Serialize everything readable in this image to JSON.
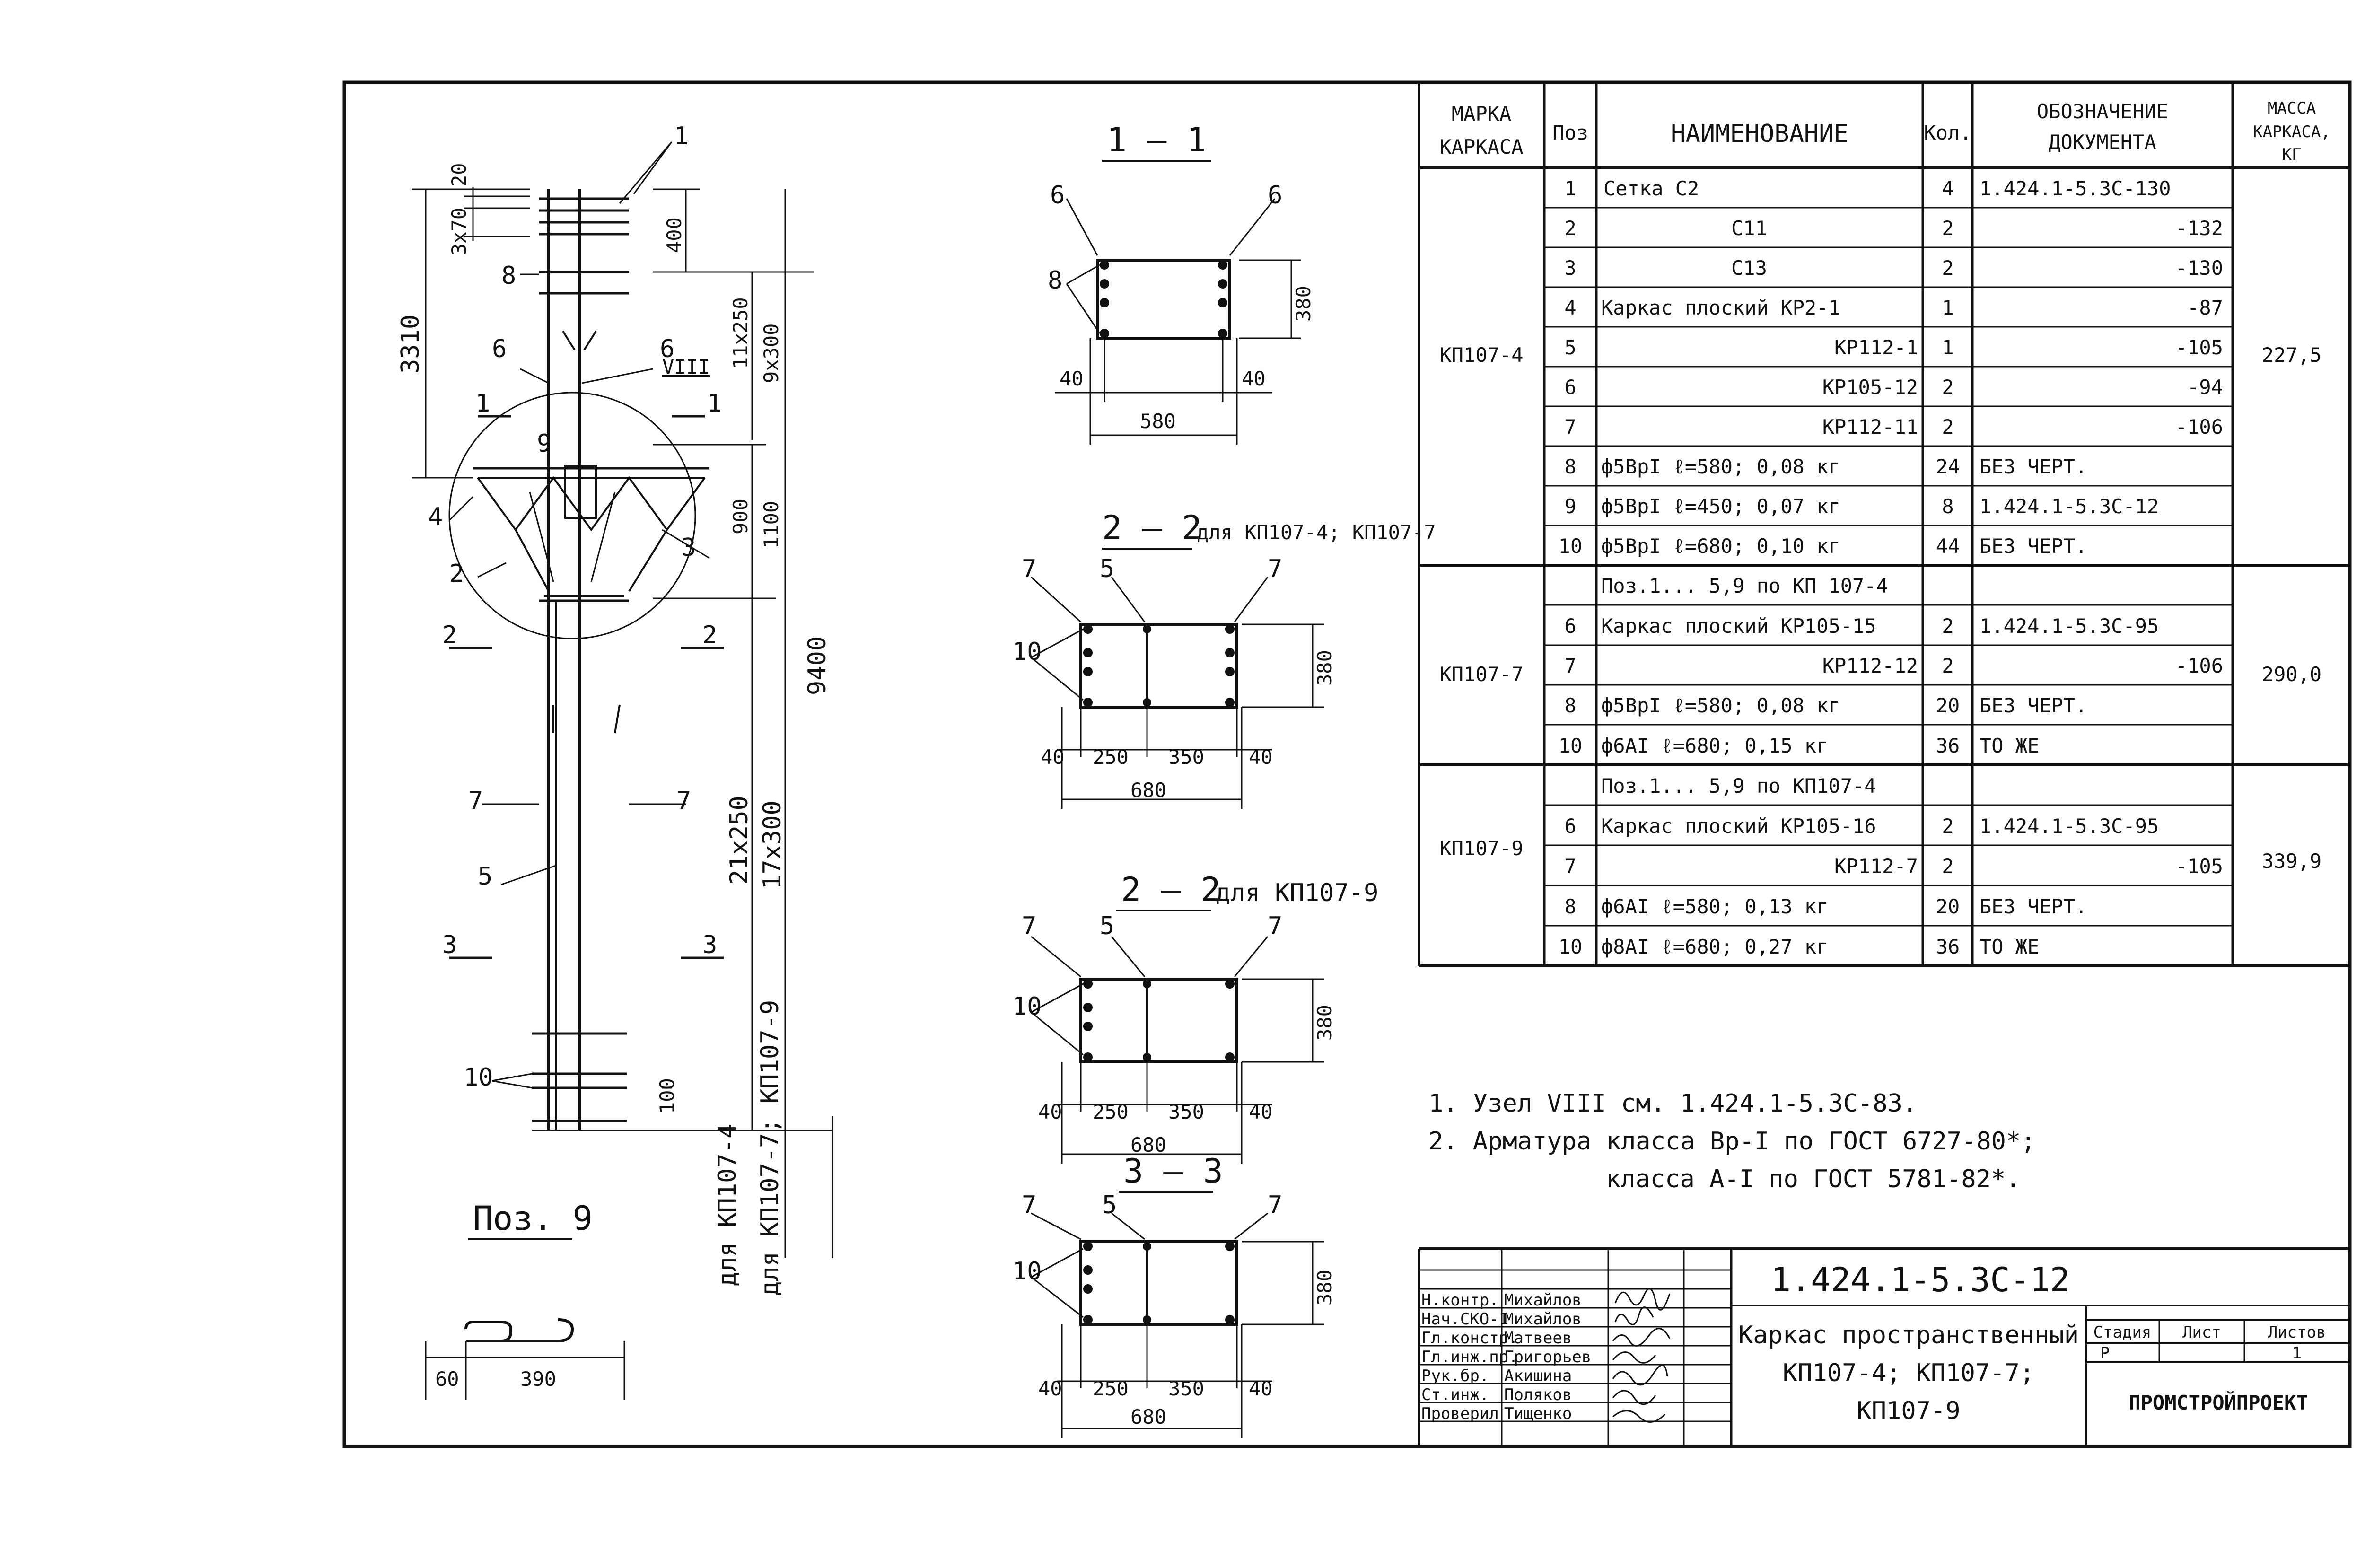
{
  "drawing": {
    "column_labels": {
      "dims_top": [
        "20",
        "3x70",
        "400",
        "3310",
        "11x250",
        "9x300"
      ],
      "dims_mid": [
        "900",
        "1100",
        "9400"
      ],
      "dims_low": [
        "21x250",
        "17x300",
        "100"
      ],
      "lengths_note_1": "для КП107-4",
      "lengths_note_2": "для КП107-7; КП107-9",
      "node_mark": "VIII",
      "section_marks": [
        "1",
        "1",
        "2",
        "2",
        "3",
        "3"
      ],
      "pos_callouts": [
        "1",
        "8",
        "6",
        "6",
        "4",
        "9",
        "2",
        "3",
        "7",
        "7",
        "5",
        "10"
      ]
    },
    "pos9": {
      "title": "Поз. 9",
      "dims": [
        "60",
        "390"
      ]
    },
    "sections": [
      {
        "title": "1 – 1",
        "callouts": [
          "6",
          "6",
          "8"
        ],
        "dims": [
          "380",
          "40",
          "40",
          "580"
        ]
      },
      {
        "title": "2 – 2",
        "note": "для КП107-4; КП107-7",
        "callouts": [
          "7",
          "5",
          "7",
          "10"
        ],
        "dims": [
          "380",
          "40",
          "250",
          "350",
          "40",
          "680"
        ]
      },
      {
        "title": "2 – 2",
        "note": "для КП107-9",
        "callouts": [
          "7",
          "5",
          "7",
          "10"
        ],
        "dims": [
          "380",
          "40",
          "250",
          "350",
          "40",
          "680"
        ]
      },
      {
        "title": "3 – 3",
        "note": "",
        "callouts": [
          "7",
          "5",
          "7",
          "10"
        ],
        "dims": [
          "380",
          "40",
          "250",
          "350",
          "40",
          "680"
        ]
      }
    ]
  },
  "spec": {
    "headers": {
      "mark": [
        "МАРКА",
        "КАРКАСА"
      ],
      "pos": "Поз",
      "name": "НАИМЕНОВАНИЕ",
      "qty": "Кол.",
      "doc": [
        "ОБОЗНАЧЕНИЕ",
        "ДОКУМЕНТА"
      ],
      "mass": [
        "МАССА",
        "КАРКАСА,",
        "КГ"
      ]
    },
    "groups": [
      {
        "mark": "КП107-4",
        "mass": "227,5",
        "rows": [
          {
            "pos": "1",
            "name": "Сетка  С2",
            "qty": "4",
            "doc": "1.424.1-5.3С-130"
          },
          {
            "pos": "2",
            "name": "С11",
            "qty": "2",
            "doc": "-132"
          },
          {
            "pos": "3",
            "name": "С13",
            "qty": "2",
            "doc": "-130"
          },
          {
            "pos": "4",
            "name": "Каркас плоский КР2-1",
            "qty": "1",
            "doc": "-87"
          },
          {
            "pos": "5",
            "name": "КР112-1",
            "qty": "1",
            "doc": "-105"
          },
          {
            "pos": "6",
            "name": "КР105-12",
            "qty": "2",
            "doc": "-94"
          },
          {
            "pos": "7",
            "name": "КР112-11",
            "qty": "2",
            "doc": "-106"
          },
          {
            "pos": "8",
            "name": "ф5ВрI  ℓ=580; 0,08 кг",
            "qty": "24",
            "doc": "БЕЗ ЧЕРТ."
          },
          {
            "pos": "9",
            "name": "ф5ВрI  ℓ=450; 0,07 кг",
            "qty": "8",
            "doc": "1.424.1-5.3С-12"
          },
          {
            "pos": "10",
            "name": "ф5ВрI  ℓ=680; 0,10 кг",
            "qty": "44",
            "doc": "БЕЗ ЧЕРТ."
          }
        ]
      },
      {
        "mark": "КП107-7",
        "mass": "290,0",
        "rows": [
          {
            "pos": "",
            "name": "Поз.1... 5,9 по КП 107-4",
            "qty": "",
            "doc": ""
          },
          {
            "pos": "6",
            "name": "Каркас плоский  КР105-15",
            "qty": "2",
            "doc": "1.424.1-5.3С-95"
          },
          {
            "pos": "7",
            "name": "КР112-12",
            "qty": "2",
            "doc": "-106"
          },
          {
            "pos": "8",
            "name": "ф5ВрI  ℓ=580;  0,08 кг",
            "qty": "20",
            "doc": "БЕЗ ЧЕРТ."
          },
          {
            "pos": "10",
            "name": "ф6АI   ℓ=680;  0,15 кг",
            "qty": "36",
            "doc": "ТО ЖЕ"
          }
        ]
      },
      {
        "mark": "КП107-9",
        "mass": "339,9",
        "rows": [
          {
            "pos": "",
            "name": "Поз.1... 5,9 по КП107-4",
            "qty": "",
            "doc": ""
          },
          {
            "pos": "6",
            "name": "Каркас плоский  КР105-16",
            "qty": "2",
            "doc": "1.424.1-5.3С-95"
          },
          {
            "pos": "7",
            "name": "КР112-7",
            "qty": "2",
            "doc": "-105"
          },
          {
            "pos": "8",
            "name": "ф6АI  ℓ=580;  0,13 кг",
            "qty": "20",
            "doc": "БЕЗ ЧЕРТ."
          },
          {
            "pos": "10",
            "name": "ф8АI  ℓ=680;  0,27 кг",
            "qty": "36",
            "doc": "ТО ЖЕ"
          }
        ]
      }
    ]
  },
  "notes": [
    "1.  Узел VIII см. 1.424.1-5.3С-83.",
    "2.  Арматура класса Вр-I по ГОСТ 6727-80*;",
    "класса А-I  по ГОСТ 5781-82*."
  ],
  "title_block": {
    "code": "1.424.1-5.3С-12",
    "title_lines": [
      "Каркас пространственный",
      "КП107-4; КП107-7;",
      "КП107-9"
    ],
    "stage_header": "Стадия",
    "sheet_header": "Лист",
    "sheets_header": "Листов",
    "stage": "Р",
    "sheets": "1",
    "org": "ПРОМСТРОЙПРОЕКТ",
    "staff": [
      {
        "role": "Н.контр.",
        "name": "Михайлов"
      },
      {
        "role": "Нач.СКО-1",
        "name": "Михайлов"
      },
      {
        "role": "Гл.констр.",
        "name": "Матвеев"
      },
      {
        "role": "Гл.инж.пр.",
        "name": "Григорьев"
      },
      {
        "role": "Рук.бр.",
        "name": "Акишина"
      },
      {
        "role": "Ст.инж.",
        "name": "Поляков"
      },
      {
        "role": "Проверил",
        "name": "Тищенко"
      }
    ]
  }
}
